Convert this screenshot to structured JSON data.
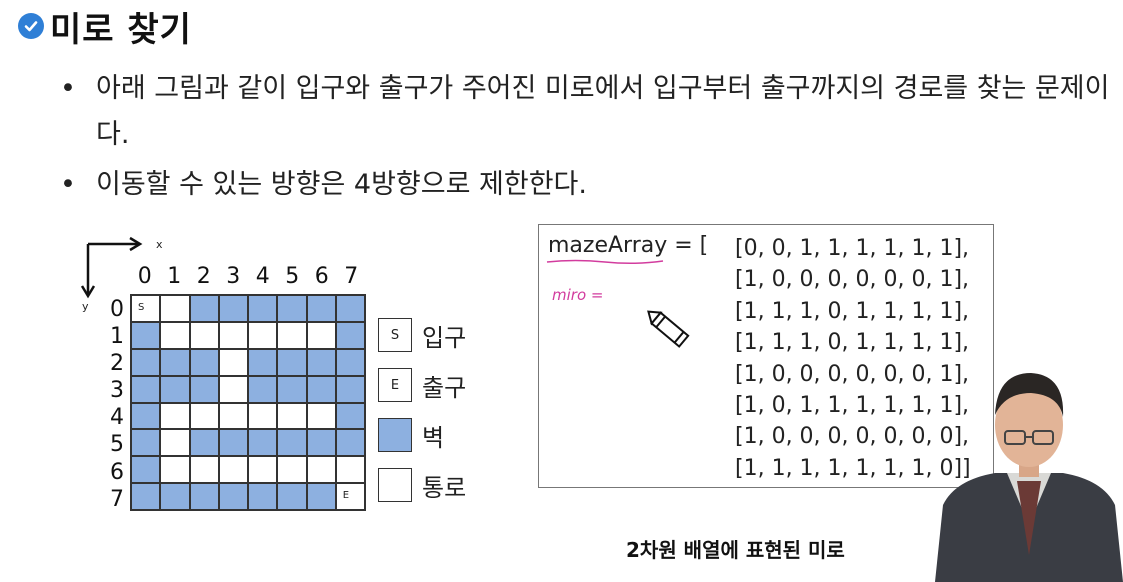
{
  "slide": {
    "title": "미로 찾기",
    "bullets": [
      "아래 그림과 같이 입구와 출구가 주어진 미로에서 입구부터 출구까지의 경로를 찾는 문제이다.",
      "이동할 수 있는 방향은 4방향으로 제한한다."
    ]
  },
  "maze_figure": {
    "x_label": "x",
    "y_label": "y",
    "col_labels": [
      "0",
      "1",
      "2",
      "3",
      "4",
      "5",
      "6",
      "7"
    ],
    "row_labels": [
      "0",
      "1",
      "2",
      "3",
      "4",
      "5",
      "6",
      "7"
    ],
    "start_marker": "S",
    "exit_marker": "E",
    "grid": [
      [
        0,
        0,
        1,
        1,
        1,
        1,
        1,
        1
      ],
      [
        1,
        0,
        0,
        0,
        0,
        0,
        0,
        1
      ],
      [
        1,
        1,
        1,
        0,
        1,
        1,
        1,
        1
      ],
      [
        1,
        1,
        1,
        0,
        1,
        1,
        1,
        1
      ],
      [
        1,
        0,
        0,
        0,
        0,
        0,
        0,
        1
      ],
      [
        1,
        0,
        1,
        1,
        1,
        1,
        1,
        1
      ],
      [
        1,
        0,
        0,
        0,
        0,
        0,
        0,
        0
      ],
      [
        1,
        1,
        1,
        1,
        1,
        1,
        1,
        0
      ]
    ],
    "colors": {
      "wall": "#8db0e0",
      "path": "#ffffff"
    }
  },
  "legend": [
    {
      "box": "S",
      "label": "입구",
      "kind": "path"
    },
    {
      "box": "E",
      "label": "출구",
      "kind": "path"
    },
    {
      "box": "",
      "label": "벽",
      "kind": "wall"
    },
    {
      "box": "",
      "label": "통로",
      "kind": "path"
    }
  ],
  "code": {
    "head": "mazeArray = [",
    "rows": [
      "[0, 0, 1, 1, 1, 1, 1, 1],",
      "[1, 0, 0, 0, 0, 0, 0, 1],",
      "[1, 1, 1, 0, 1, 1, 1, 1],",
      "[1, 1, 1, 0, 1, 1, 1, 1],",
      "[1, 0, 0, 0, 0, 0, 0, 1],",
      "[1, 0, 1, 1, 1, 1, 1, 1],",
      "[1, 0, 0, 0, 0, 0, 0, 0],",
      "[1, 1, 1, 1, 1, 1, 1, 0]]"
    ],
    "handwriting": "miro ="
  },
  "caption": "2차원 배열에 표현된 미로",
  "icons": [
    "check-circle-icon",
    "pencil-icon"
  ]
}
